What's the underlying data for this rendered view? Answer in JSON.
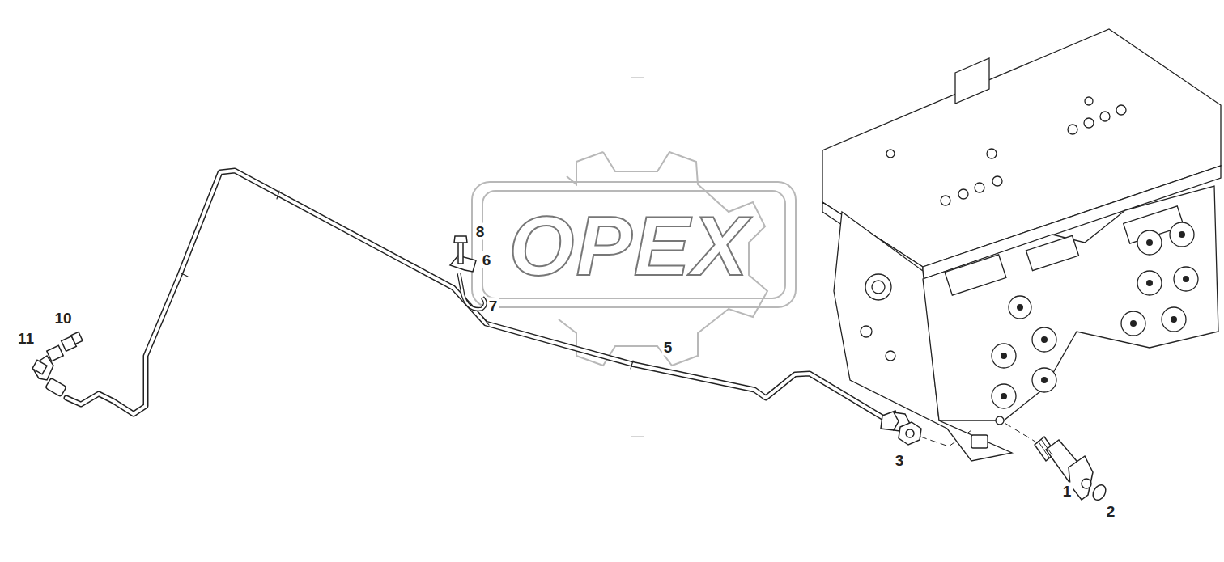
{
  "diagram": {
    "labels": [
      "8",
      "6",
      "10",
      "11",
      "7",
      "5",
      "3",
      "1",
      "2",
      "OPEX"
    ]
  }
}
